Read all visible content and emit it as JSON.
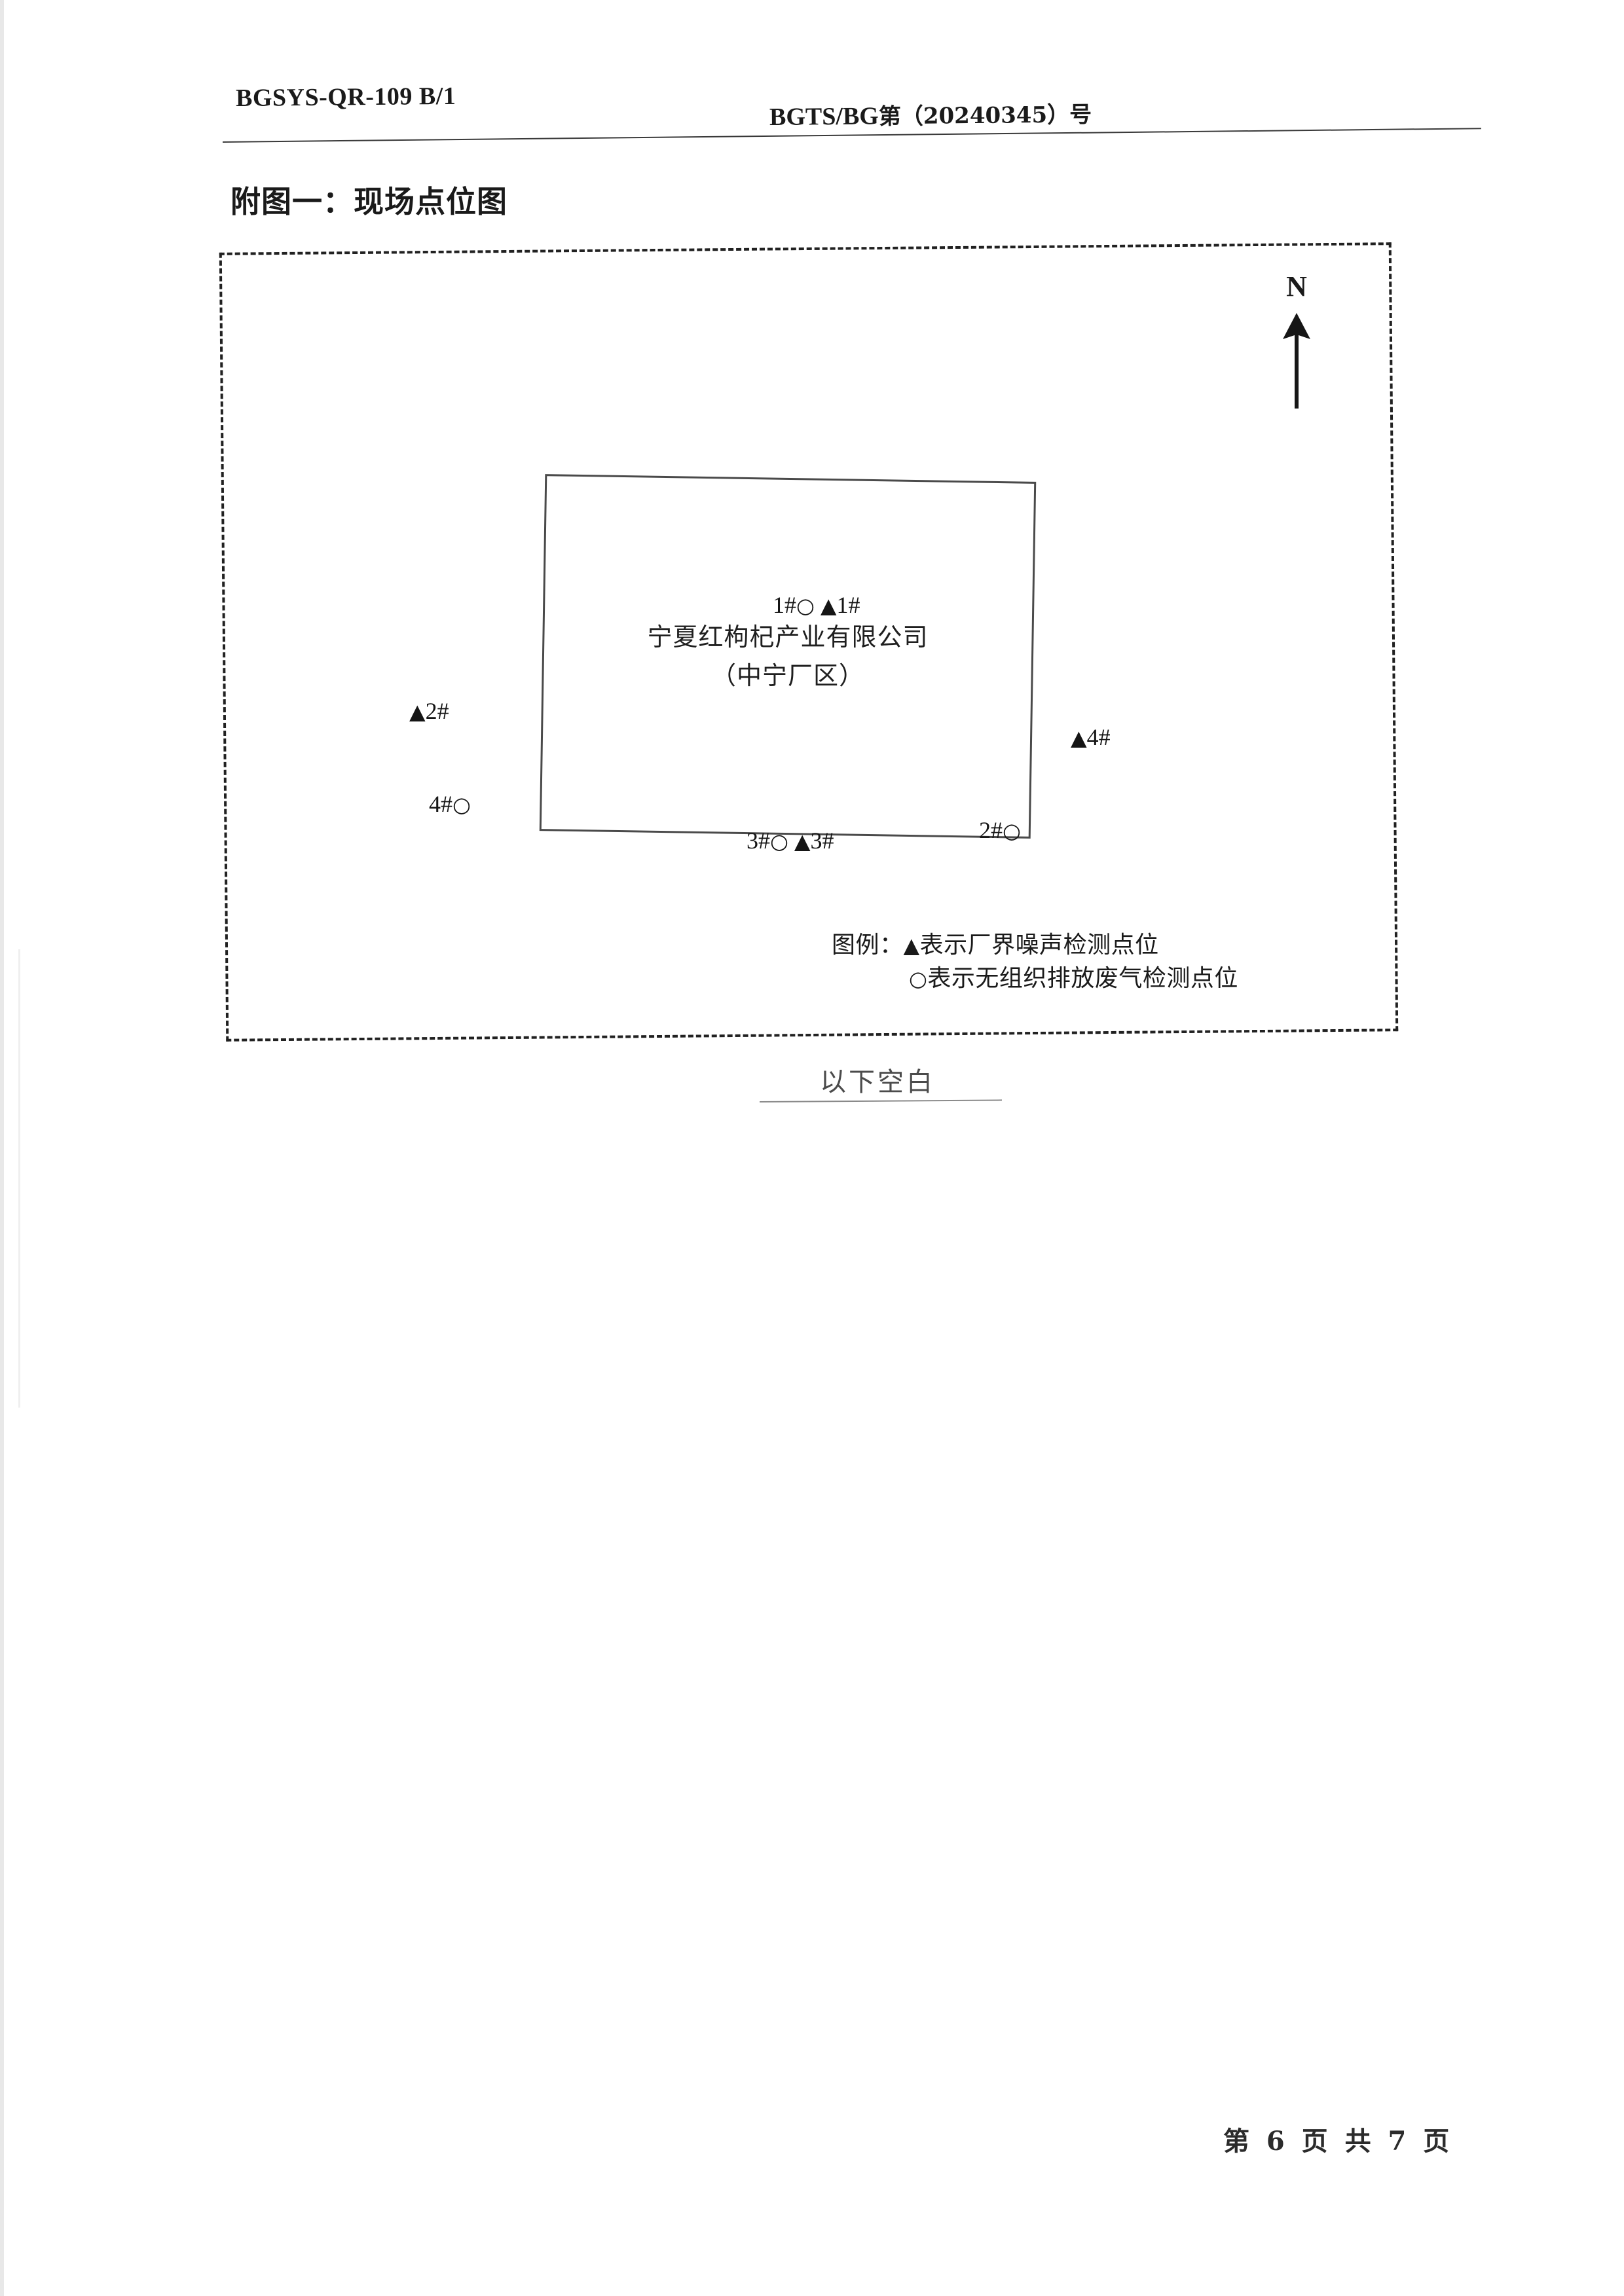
{
  "header": {
    "doc_code": "BGSYS-QR-109 B/1",
    "report_prefix": "BGTS/BG",
    "report_label_di": "第",
    "report_number": "（20240345）",
    "report_label_hao": "号"
  },
  "figure": {
    "title": "附图一：现场点位图",
    "north_label": "N",
    "factory_name_line1": "宁夏红枸杞产业有限公司",
    "factory_name_line2": "（中宁厂区）"
  },
  "markers": {
    "north": {
      "circle_label": "1#",
      "circle_symbol": "○",
      "triangle_symbol": "▲",
      "triangle_label": "1#"
    },
    "west": {
      "triangle_symbol": "▲",
      "triangle_label": "2#"
    },
    "east": {
      "triangle_symbol": "▲",
      "triangle_label": "4#"
    },
    "southwest": {
      "circle_label": "4#",
      "circle_symbol": "○"
    },
    "south": {
      "circle_label": "3#",
      "circle_symbol": "○",
      "triangle_symbol": "▲",
      "triangle_label": "3#"
    },
    "southeast": {
      "circle_label": "2#",
      "circle_symbol": "○"
    }
  },
  "legend": {
    "prefix": "图例：",
    "triangle_symbol": "▲",
    "triangle_text": "表示厂界噪声检测点位",
    "circle_symbol": "○",
    "circle_text": "表示无组织排放废气检测点位"
  },
  "blank_note": "以下空白",
  "footer": {
    "text": "第 6 页 共 7 页"
  },
  "colors": {
    "ink": "#1a1a1a",
    "rule": "#3a3a3a",
    "block_border": "#4a4a4a",
    "boundary": "#212121"
  }
}
